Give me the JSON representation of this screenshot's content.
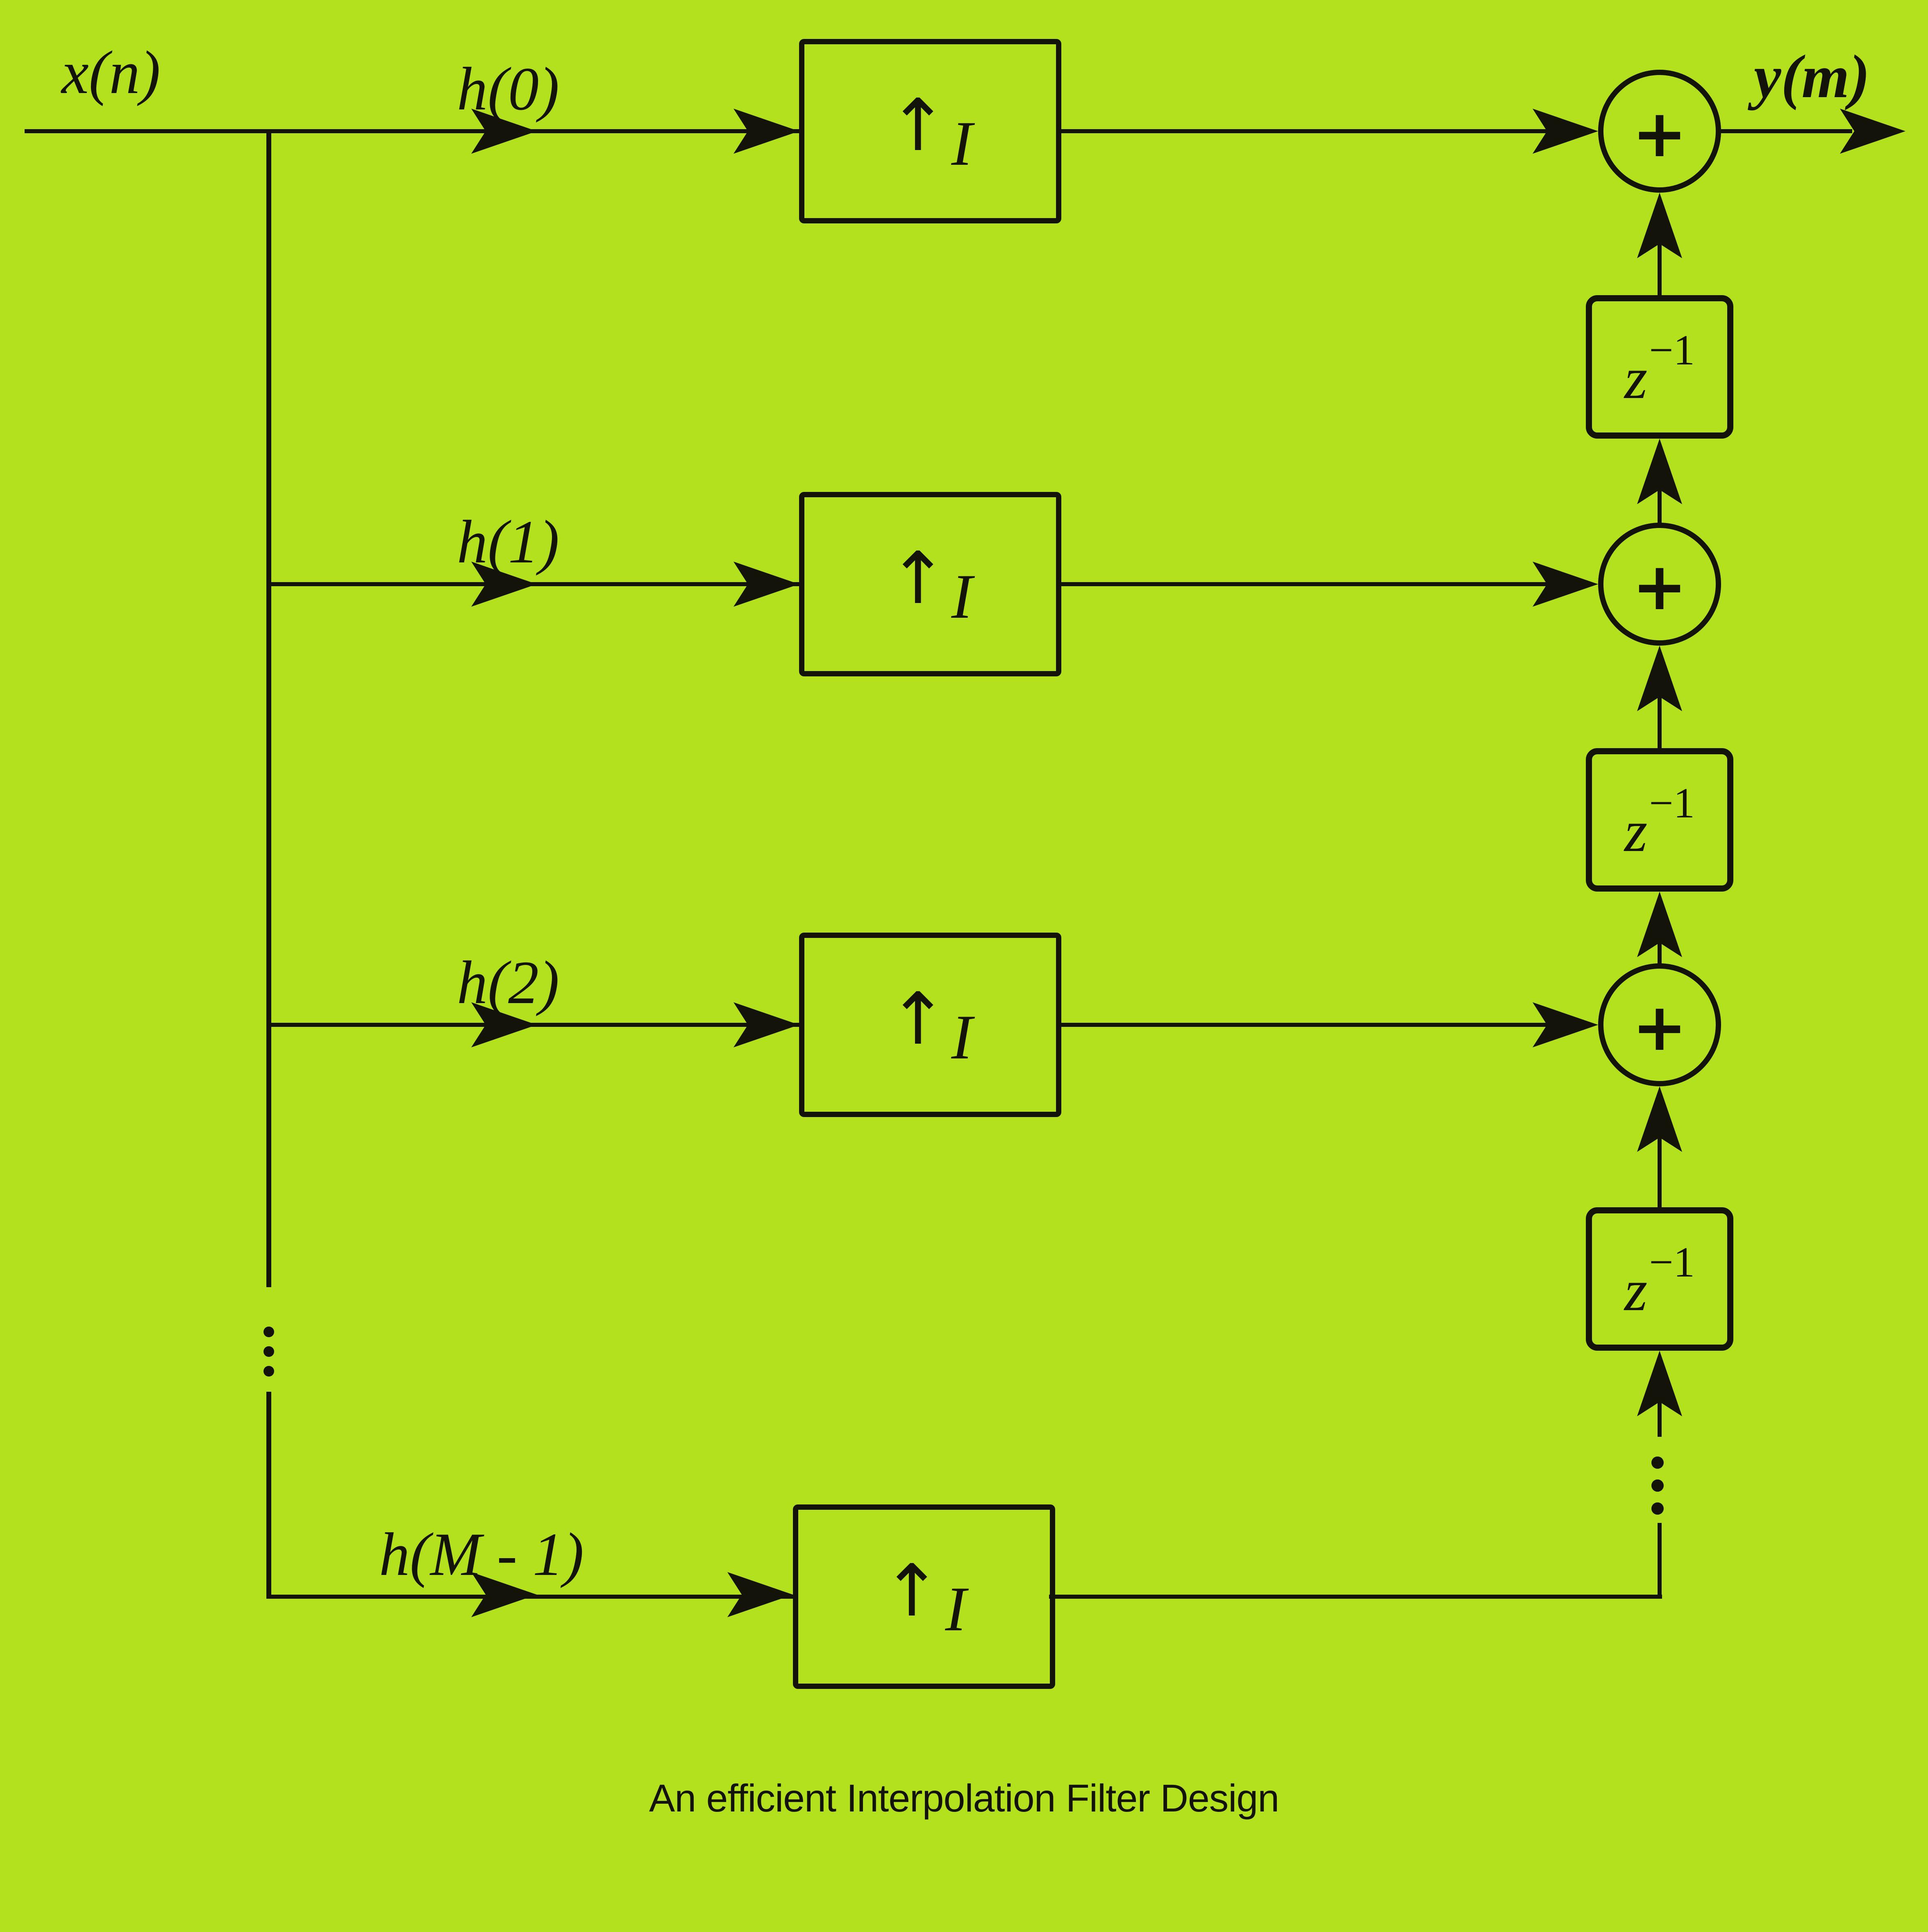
{
  "caption": "An efficient Interpolation Filter Design",
  "colors": {
    "background": "#b3e11e",
    "ink": "#131309"
  },
  "io": {
    "input": "x(n)",
    "output": "y(m)"
  },
  "branches": [
    {
      "coeff": "h(0)"
    },
    {
      "coeff": "h(1)"
    },
    {
      "coeff": "h(2)"
    },
    {
      "coeff": "h(M - 1)"
    }
  ],
  "upsampler": {
    "arrow": "↑",
    "factor": "I"
  },
  "delay": {
    "base": "z",
    "exponent": "−1"
  },
  "adder": {
    "symbol": "+"
  }
}
